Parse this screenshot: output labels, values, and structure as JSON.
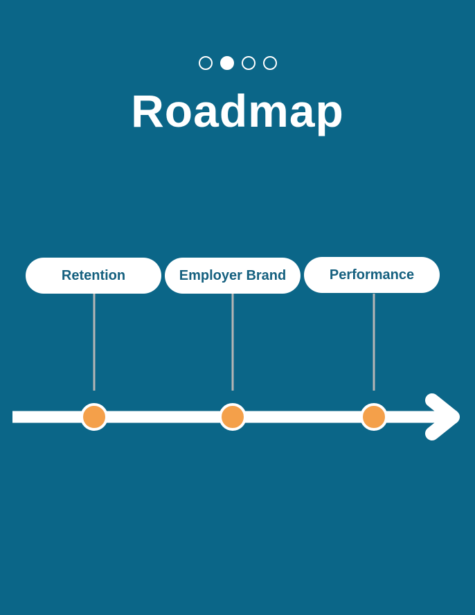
{
  "pager": {
    "total": 4,
    "active_index": 1
  },
  "title": "Roadmap",
  "milestones": [
    {
      "label": "Retention"
    },
    {
      "label": "Employer Brand"
    },
    {
      "label": "Performance"
    }
  ],
  "colors": {
    "background": "#0b6688",
    "marker": "#f4a04a",
    "label_text": "#15607f",
    "stem": "#b5b5b5"
  }
}
